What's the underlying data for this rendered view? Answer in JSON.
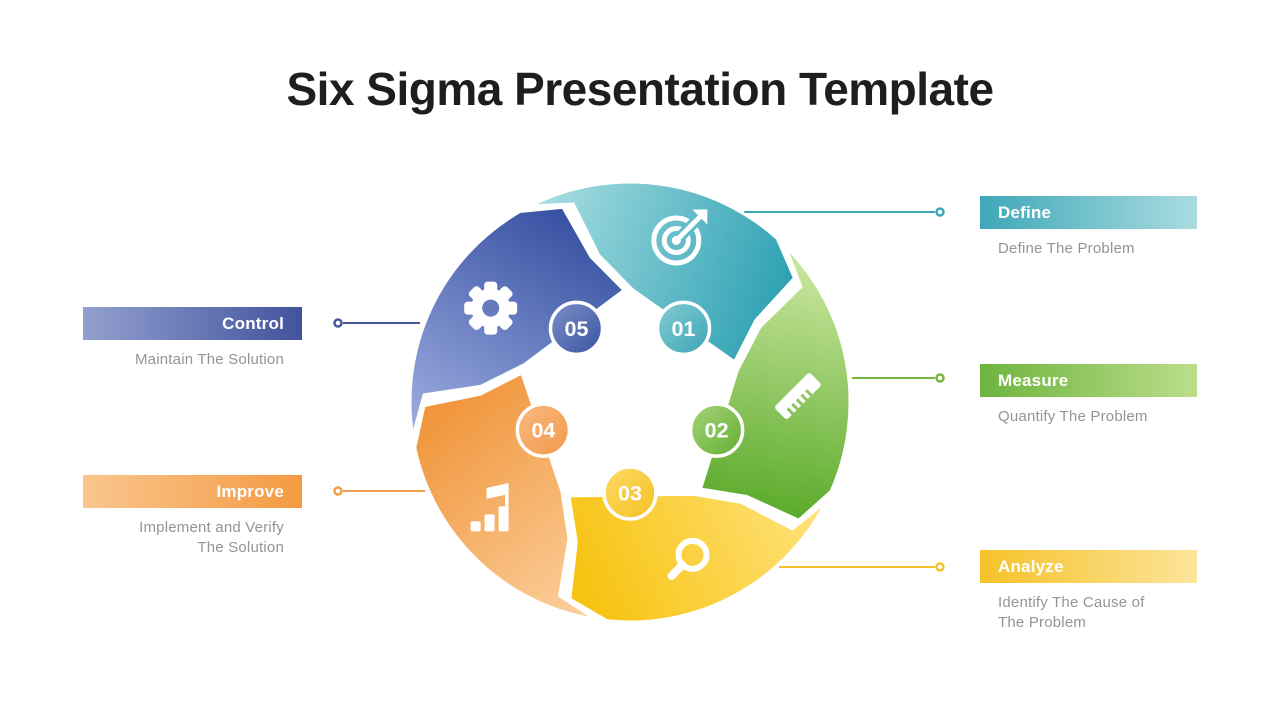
{
  "title": "Six Sigma Presentation Template",
  "colors": {
    "teal": "#3aa7b7",
    "green": "#76b840",
    "yellow": "#f2c12c",
    "orange": "#f29d4a",
    "blue": "#48589d",
    "title_text": "#1e1e1e",
    "body_text": "#949494"
  },
  "wheel": {
    "numbers": {
      "define": "01",
      "measure": "02",
      "analyze": "03",
      "improve": "04",
      "control": "05"
    },
    "icons": {
      "define": "target-icon",
      "measure": "ruler-icon",
      "analyze": "magnifier-icon",
      "improve": "bar-chart-flag-icon",
      "control": "gear-icon"
    }
  },
  "callouts": {
    "define": {
      "label": "Define",
      "desc_line1": "Define The Problem",
      "desc_line2": ""
    },
    "measure": {
      "label": "Measure",
      "desc_line1": "Quantify The Problem",
      "desc_line2": ""
    },
    "analyze": {
      "label": "Analyze",
      "desc_line1": "Identify The Cause of",
      "desc_line2": "The Problem"
    },
    "improve": {
      "label": "Improve",
      "desc_line1": "Implement and Verify",
      "desc_line2": "The Solution"
    },
    "control": {
      "label": "Control",
      "desc_line1": "Maintain The Solution",
      "desc_line2": ""
    }
  }
}
